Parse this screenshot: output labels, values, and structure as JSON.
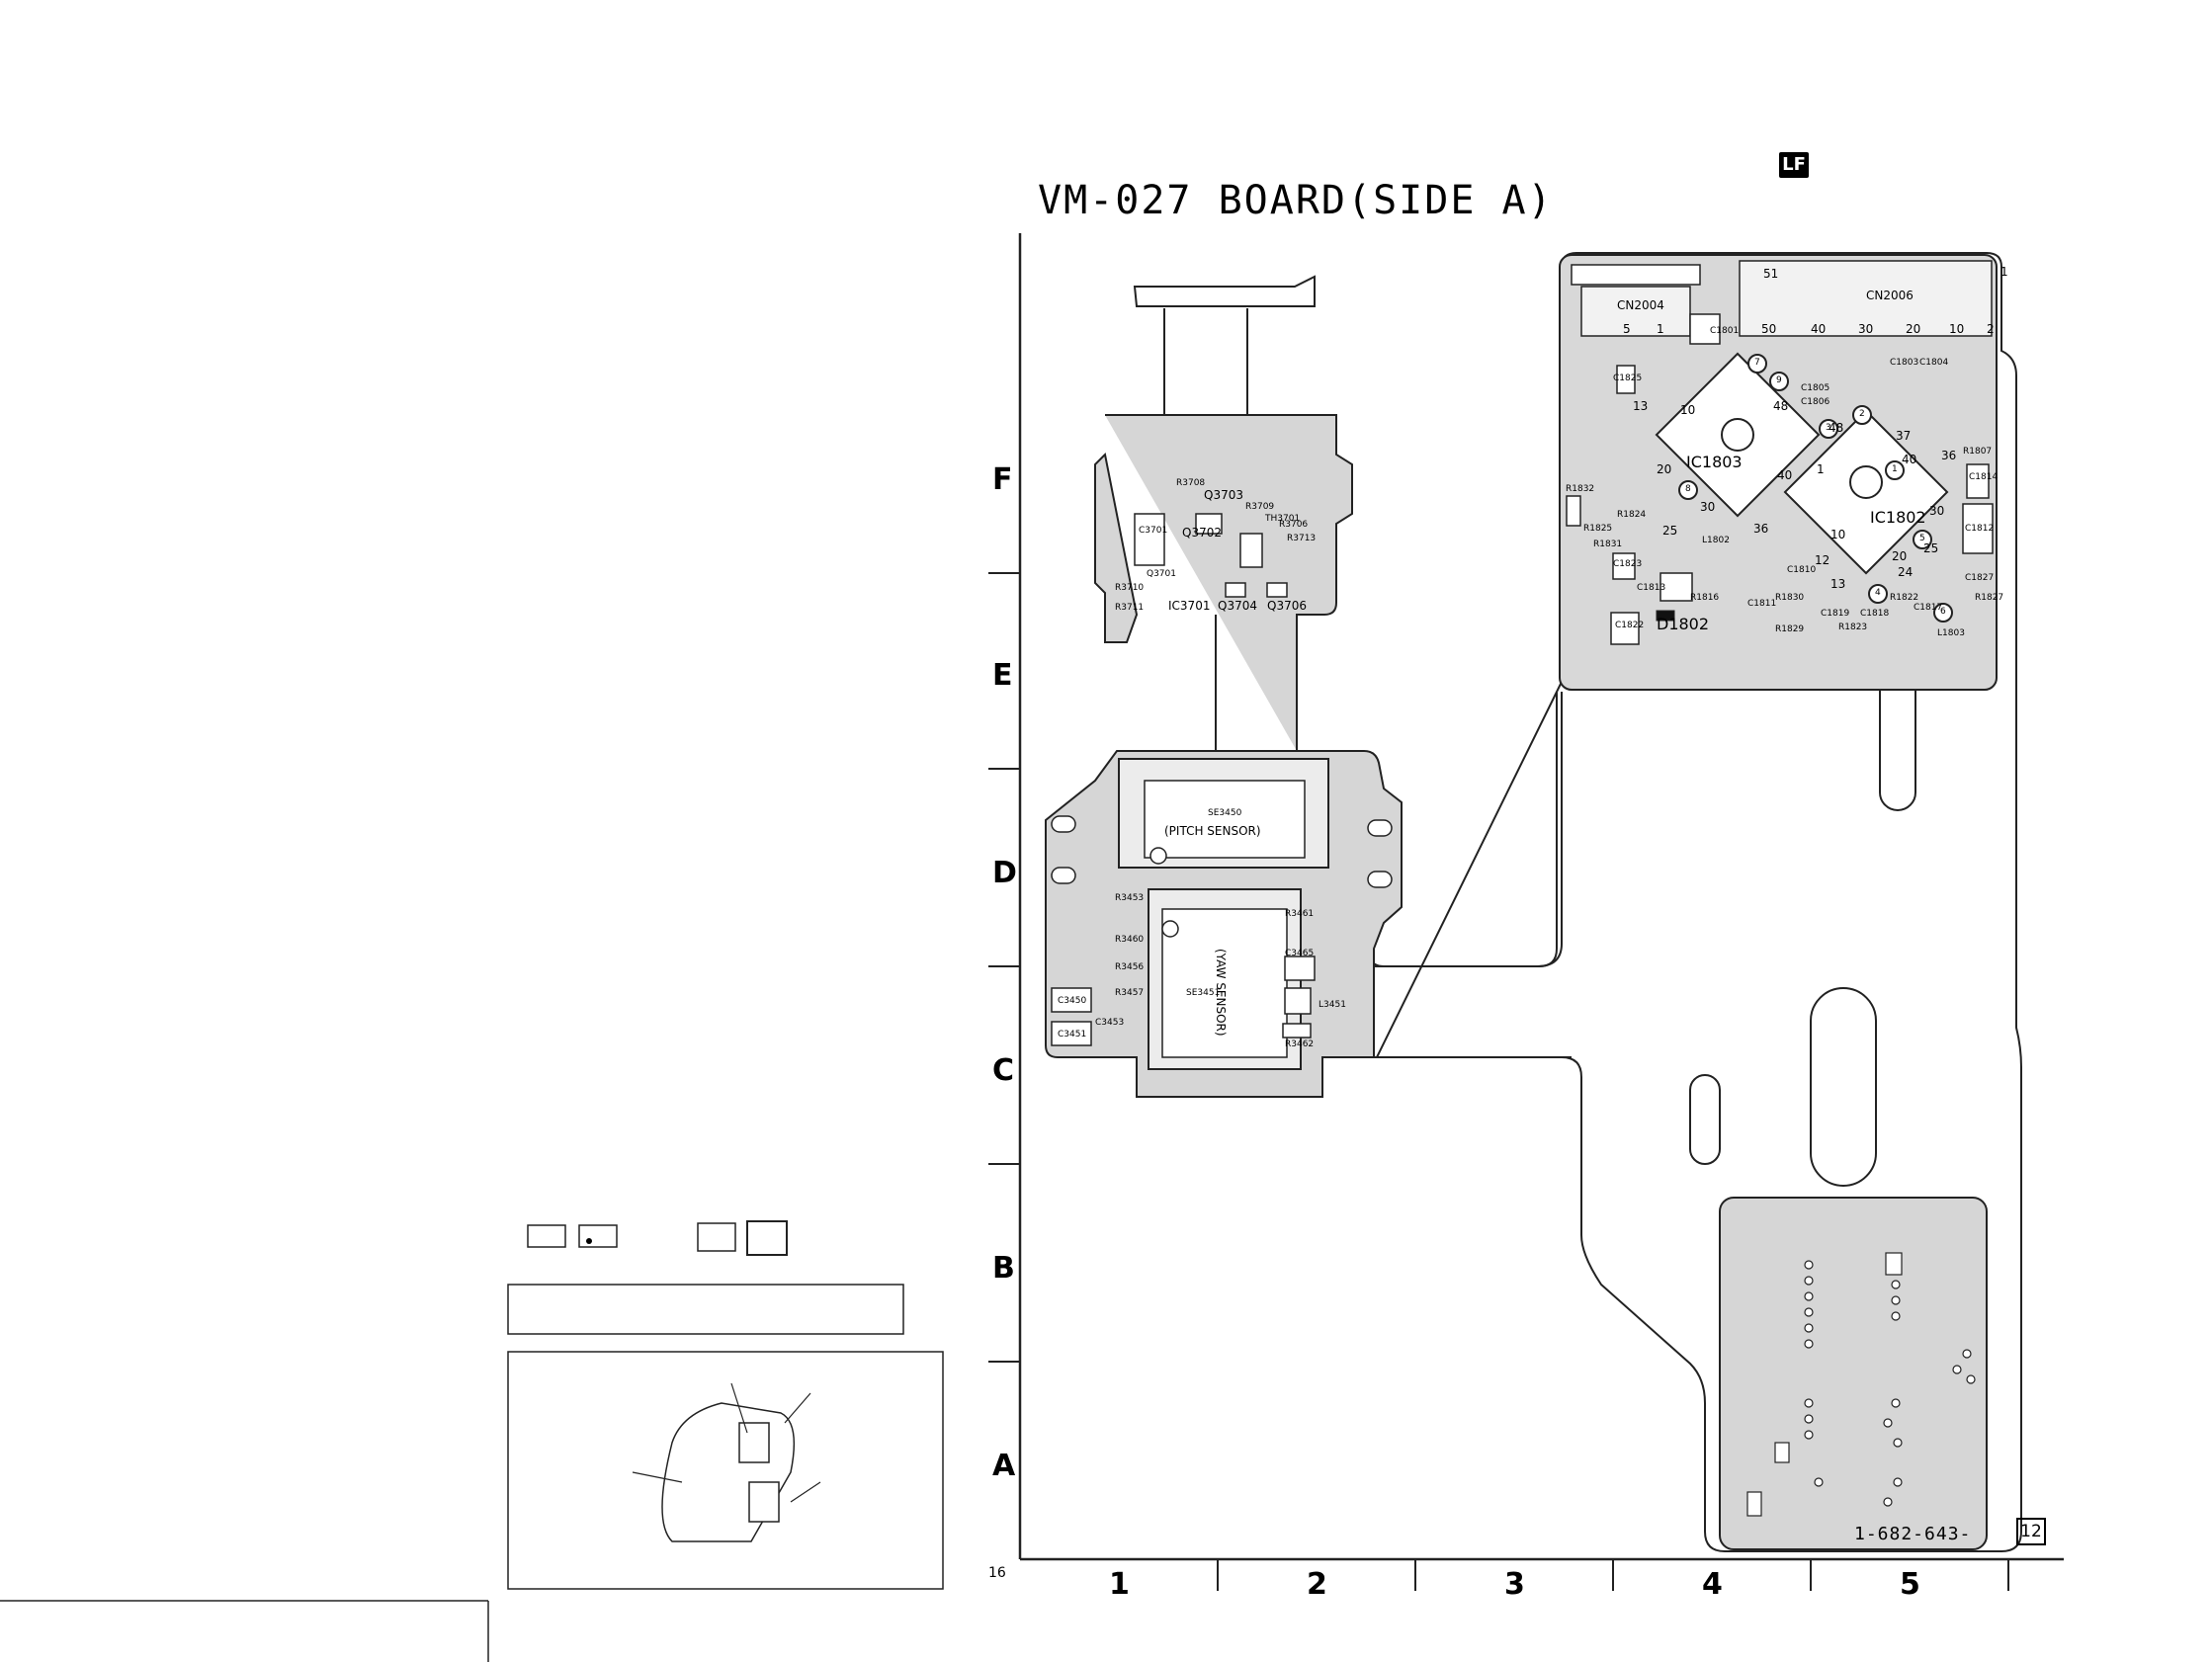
{
  "page": {
    "title": "VM-027 BOARD(SIDE A)",
    "page_number": "16",
    "part_number": "1-682-643-",
    "board_index": "12",
    "logo": "LF"
  },
  "grid": {
    "rows": [
      "F",
      "E",
      "D",
      "C",
      "B",
      "A"
    ],
    "columns": [
      "1",
      "2",
      "3",
      "4",
      "5"
    ]
  },
  "components": {
    "ic3701": "IC3701",
    "q3701": "Q3701",
    "q3702": "Q3702",
    "q3703": "Q3703",
    "q3704": "Q3704",
    "q3706": "Q3706",
    "c3701": "C3701",
    "r3708": "R3708",
    "r3709": "R3709",
    "r3710": "R3710",
    "r3711": "R3711",
    "r3713": "R3713",
    "th3701": "TH3701",
    "r3706": "R3706",
    "se3450": "SE3450",
    "pitch_sensor": "(PITCH SENSOR)",
    "se3451": "SE3451",
    "yaw_sensor": "(YAW SENSOR)",
    "r3453": "R3453",
    "r3461": "R3461",
    "r3460": "R3460",
    "r3456": "R3456",
    "r3457": "R3457",
    "c3465": "C3465",
    "c3450": "C3450",
    "c3451": "C3451",
    "c3453": "C3453",
    "l3451": "L3451",
    "r3462": "R3462",
    "cn2004": "CN2004",
    "cn2006": "CN2006",
    "ic1803": "IC1803",
    "ic1802": "IC1802",
    "d1802": "D1802",
    "c1801": "C1801",
    "c1822": "C1822",
    "c1823": "C1823",
    "c1825": "C1825",
    "c1812": "C1812",
    "c1814": "C1814",
    "c1817": "C1817",
    "c1818": "C1818",
    "c1819": "C1819",
    "c1827": "C1827",
    "l1802": "L1802",
    "l1803": "L1803",
    "r1807": "R1807",
    "r1822": "R1822",
    "r1823": "R1823",
    "r1827": "R1827",
    "r1829": "R1829",
    "r1830": "R1830",
    "r1831": "R1831",
    "r1832": "R1832",
    "r1825": "R1825",
    "r1824": "R1824",
    "r1816": "R1816",
    "c1805": "C1805",
    "c1806": "C1806",
    "c1804": "C1804",
    "c1803": "C1803",
    "c1811": "C1811",
    "c1813": "C1813",
    "c1810": "C1810",
    "cn_pins": [
      "5",
      "1",
      "51",
      "1",
      "50",
      "40",
      "30",
      "20",
      "10",
      "2"
    ],
    "ic1803_pins": [
      "13",
      "10",
      "20",
      "25",
      "30",
      "36",
      "40",
      "48"
    ],
    "ic1802_pins": [
      "48",
      "40",
      "37",
      "36",
      "30",
      "25",
      "24",
      "20",
      "13",
      "12",
      "10",
      "1"
    ],
    "markers": [
      "1",
      "2",
      "3",
      "4",
      "5",
      "6",
      "7",
      "8",
      "9"
    ]
  }
}
